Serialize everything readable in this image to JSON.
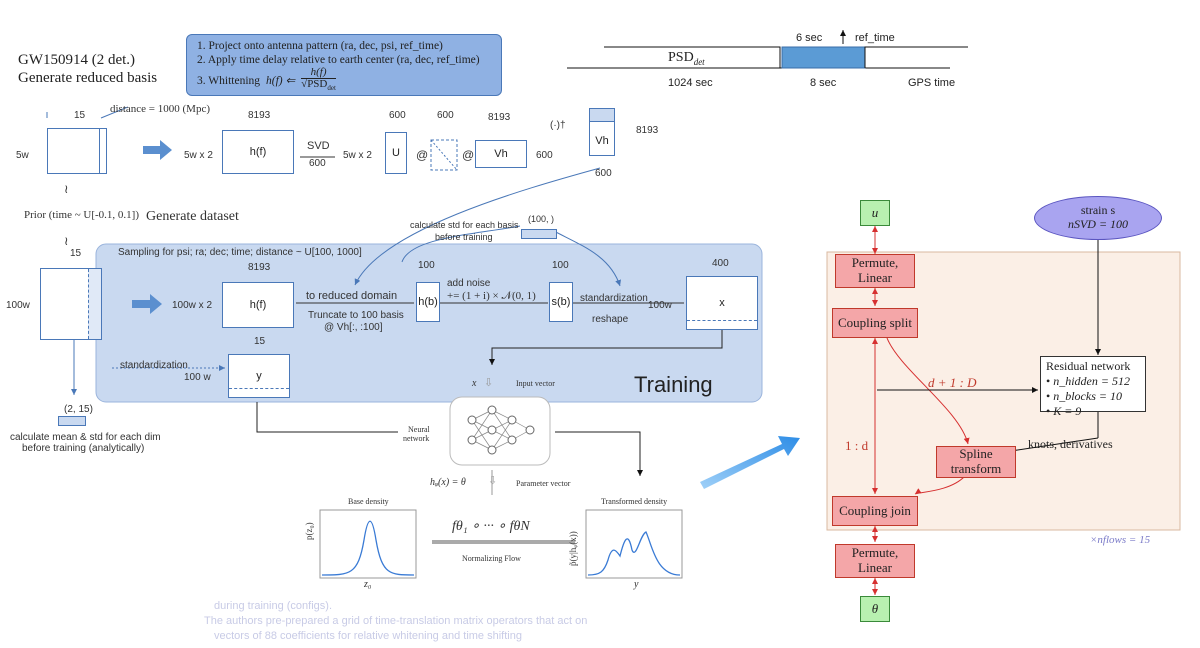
{
  "gw": {
    "title": "GW150914  (2 det.)",
    "subtitle": "Generate reduced basis"
  },
  "steps": {
    "items": [
      "1.   Project onto antenna pattern (ra, dec, psi, ref_time)",
      "2.   Apply time delay relative to earth center (ra, dec, ref_time)",
      "3.   Whittening"
    ],
    "formula_lhs": "h(f) ⇐",
    "formula_num": "h(f)",
    "formula_den": "√PSD",
    "formula_den_sub": "det"
  },
  "timeline": {
    "psd": "PSD",
    "psd_sub": "det",
    "six_sec": "6 sec",
    "ref_time": "ref_time",
    "len_1024": "1024 sec",
    "len_8": "8 sec",
    "gps": "GPS time"
  },
  "basis": {
    "dim15": "15",
    "distance": "distance = 1000 (Mpc)",
    "dim5w": "5w",
    "dim5wx2": "5w x 2",
    "dim8193": "8193",
    "hf": "h(f)",
    "svd": "SVD",
    "dim600": "600",
    "dim5wx2b": "5w x 2",
    "u": "U",
    "at": "@",
    "dim600a": "600",
    "dim600b": "600",
    "at2": "@",
    "dim8193b": "8193",
    "vh": "Vh",
    "dim600c": "600",
    "dagger": "(·)†",
    "vh2": "Vh",
    "dim8193c": "8193",
    "dim600d": "600",
    "tilde": "≀",
    "prior": "Prior (time ~ U[-0.1, 0.1])",
    "gen_dataset": "Generate dataset",
    "tilde2": "≀",
    "dim15b": "15"
  },
  "dataset": {
    "sampling": "Sampling for psi; ra; dec; time; distance ~ U[100, 1000]",
    "dim8193": "8193",
    "dim100w": "100w",
    "dim100wx2": "100w x 2",
    "hf": "h(f)",
    "to_reduced": "to reduced domain",
    "truncate": "Truncate to 100 basis",
    "vh_slice": "@ Vh[:, :100]",
    "calc_std": "calculate std for each basis",
    "before_training": "before training",
    "shape100": "(100, )",
    "dim100": "100",
    "hb": "h(b)",
    "add_noise": "add noise",
    "noise_formula": "+= (1 + i) × 𝒩(0, 1)",
    "dim100b": "100",
    "sb": "s(b)",
    "standardization": "standardization",
    "reshape": "reshape",
    "dim100w_b": "100w",
    "dim400": "400",
    "x": "x",
    "dim15": "15",
    "standardization2": "standardization",
    "dim100w_c": "100 w",
    "y": "y",
    "shape215": "(2, 15)",
    "calc_mean": "calculate mean & std for each dim",
    "before_training2": "before training (analytically)",
    "training": "Training"
  },
  "nn": {
    "input_vec": "Input vector",
    "x_sym": "x",
    "neural": "Neural",
    "network": "network",
    "h_eq": "hᵩ(x) = θ",
    "param_vec": "Parameter vector",
    "base_density": "Base density",
    "transformed_density": "Transformed density",
    "flow_formula": "fθ₁ ∘ ··· ∘ fθN",
    "normalizing_flow": "Normalizing Flow",
    "pz": "p(z₀)",
    "z0": "z₀",
    "py": "p̃(y|hᵩ(x))",
    "ysym": "y"
  },
  "flow": {
    "u": "u",
    "strain": "strain s",
    "nsvd": "nSVD = 100",
    "permute1": "Permute, Linear",
    "coupling_split": "Coupling split",
    "residual_title": "Residual network",
    "res_items": [
      "n_hidden = 512",
      "n_blocks = 10",
      "K = 9"
    ],
    "d1D": "d + 1 : D",
    "one_d": "1 : d",
    "knots": "knots, derivatives",
    "spline": "Spline transform",
    "coupling_join": "Coupling join",
    "nflows": "×nflows = 15",
    "permute2": "Permute, Linear",
    "theta": "θ"
  },
  "footer": {
    "line1": "during training (configs).",
    "line2": "The authors pre-prepared a grid of time-translation matrix operators that act on",
    "line3": "vectors of 88 coefficients for relative whitening and time shifting"
  },
  "colors": {
    "box_blue": "#4a78b8",
    "panel_blue": "#c9d9f0",
    "steps_blue": "#8fb1e3",
    "accent_arrow": "#3d9be9",
    "flow_bg": "#fbefe6",
    "flow_red": "#f4a6a8",
    "flow_green": "#b8f0b0",
    "ellipse_blue": "#a9a4f0"
  }
}
